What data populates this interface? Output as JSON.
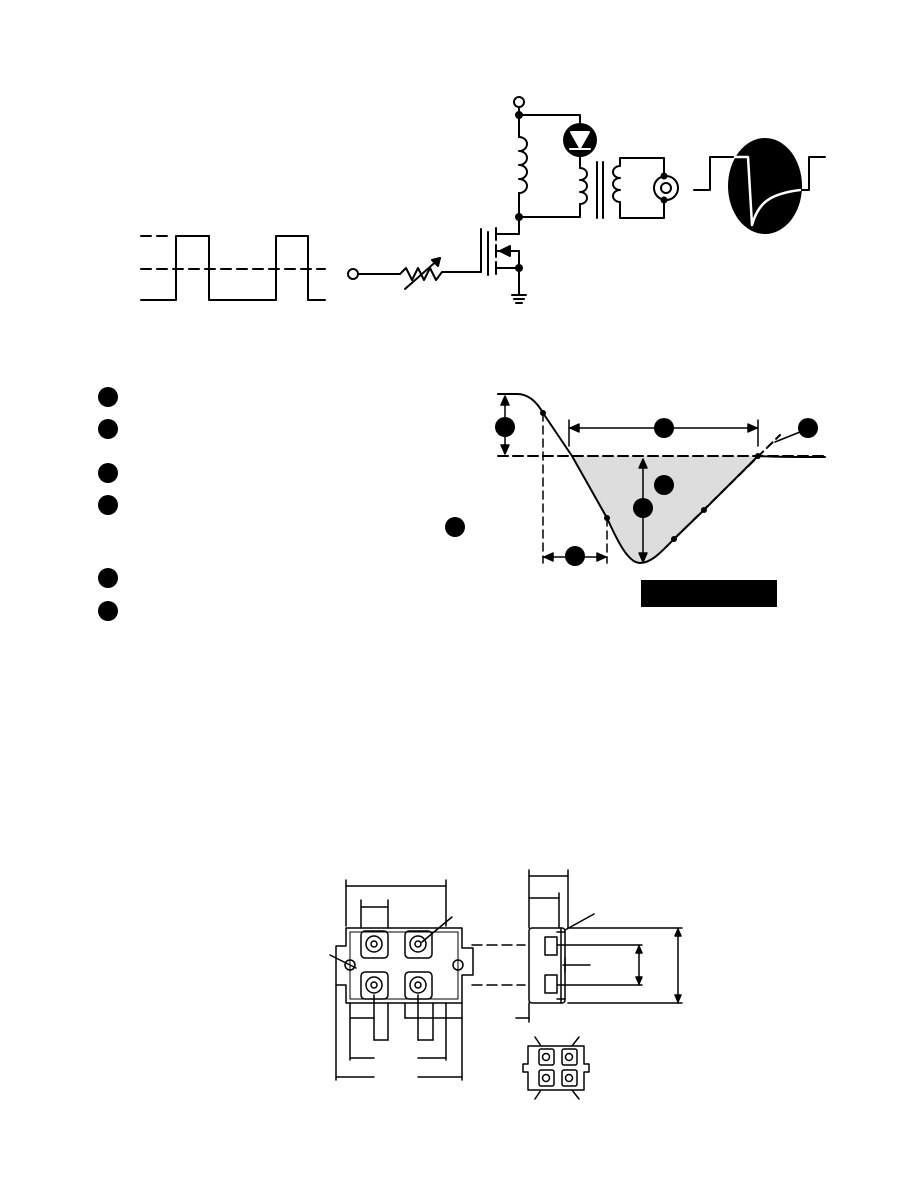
{
  "colors": {
    "ink": "#000000",
    "shaded_area": "#dddddd",
    "background": "#ffffff"
  },
  "test_circuit": {
    "input_waveform": "square-wave-icon",
    "variable_resistor": "variable-resistor-icon",
    "switch": "mosfet-icon",
    "device_under_test": "diode-icon",
    "inductor": "inductor-icon",
    "current_transformer": "current-transformer-icon",
    "meter": "current-probe-icon",
    "scope_display": "oscilloscope-trace-icon"
  },
  "reverse_recovery_waveform": {
    "callout_list_count": 6,
    "label_tag_text": ""
  },
  "package_outline": {
    "top_view": "module-top-view",
    "side_view": "module-side-view",
    "bottom_view": "module-bottom-view"
  }
}
